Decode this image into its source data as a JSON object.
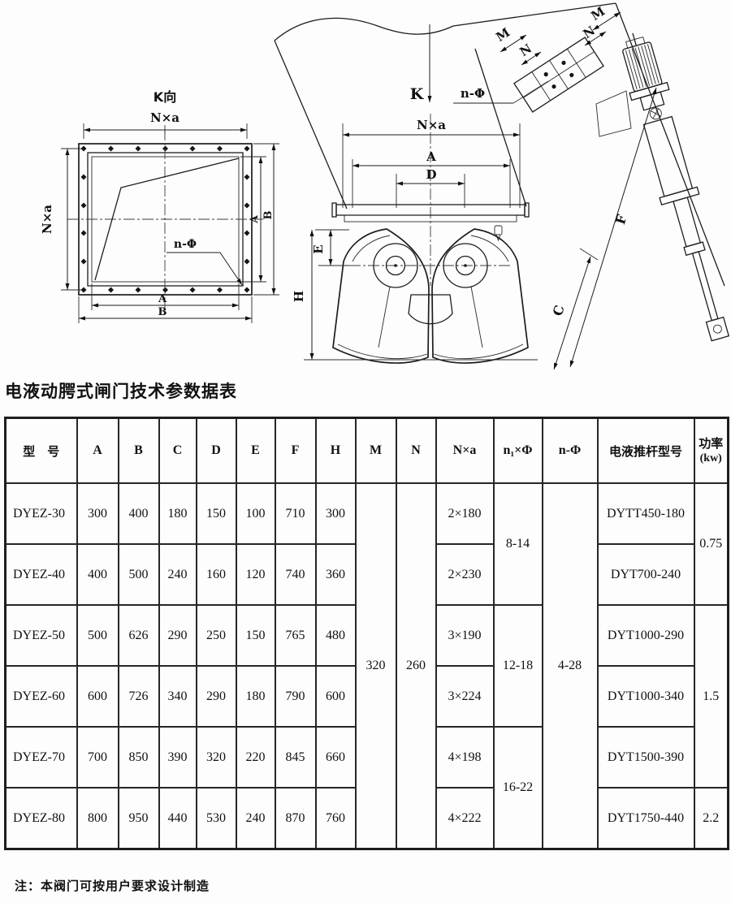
{
  "title": "电液动腭式闸门技术参数据表",
  "note": "注：本阀门可按用户要求设计制造",
  "left_view": {
    "view_label": "K向",
    "dim_top": "N×a",
    "dim_side": "N×a",
    "hole_label": "n-Φ",
    "dim_a_bottom": "A",
    "dim_b_bottom": "B",
    "dim_a_right": "A",
    "dim_b_right": "B"
  },
  "side_view": {
    "view_arrow_label": "K",
    "hole_label": "n-Φ",
    "dim_nxa": "N×a",
    "dim_a": "A",
    "dim_d": "D",
    "dim_e": "E",
    "dim_h": "H",
    "dim_f": "F",
    "dim_c": "C",
    "plate_m_left": "M",
    "plate_n_left": "N",
    "plate_m_right": "M",
    "plate_n_right": "N"
  },
  "table": {
    "headers": {
      "model": "型　号",
      "a": "A",
      "b": "B",
      "c": "C",
      "d": "D",
      "e": "E",
      "f": "F",
      "h": "H",
      "m": "M",
      "n": "N",
      "nxa": "N×a",
      "n1phi": "n₁×Φ",
      "nphi": "n-Φ",
      "rod": "电液推杆型号",
      "power1": "功率",
      "power2": "(kw)"
    },
    "rows": [
      {
        "model": "DYEZ-30",
        "a": "300",
        "b": "400",
        "c": "180",
        "d": "150",
        "e": "100",
        "f": "710",
        "h": "300",
        "nxa": "2×180",
        "rod": "DYTT450-180"
      },
      {
        "model": "DYEZ-40",
        "a": "400",
        "b": "500",
        "c": "240",
        "d": "160",
        "e": "120",
        "f": "740",
        "h": "360",
        "nxa": "2×230",
        "rod": "DYT700-240"
      },
      {
        "model": "DYEZ-50",
        "a": "500",
        "b": "626",
        "c": "290",
        "d": "250",
        "e": "150",
        "f": "765",
        "h": "480",
        "nxa": "3×190",
        "rod": "DYT1000-290"
      },
      {
        "model": "DYEZ-60",
        "a": "600",
        "b": "726",
        "c": "340",
        "d": "290",
        "e": "180",
        "f": "790",
        "h": "600",
        "nxa": "3×224",
        "rod": "DYT1000-340"
      },
      {
        "model": "DYEZ-70",
        "a": "700",
        "b": "850",
        "c": "390",
        "d": "320",
        "e": "220",
        "f": "845",
        "h": "660",
        "nxa": "4×198",
        "rod": "DYT1500-390"
      },
      {
        "model": "DYEZ-80",
        "a": "800",
        "b": "950",
        "c": "440",
        "d": "530",
        "e": "240",
        "f": "870",
        "h": "760",
        "nxa": "4×222",
        "rod": "DYT1750-440"
      }
    ],
    "merged": {
      "m": "320",
      "n": "260",
      "n_phi": "4-28",
      "n1_phi": [
        "8-14",
        "12-18",
        "16-22"
      ],
      "power": [
        "0.75",
        "1.5",
        "2.2"
      ]
    }
  }
}
